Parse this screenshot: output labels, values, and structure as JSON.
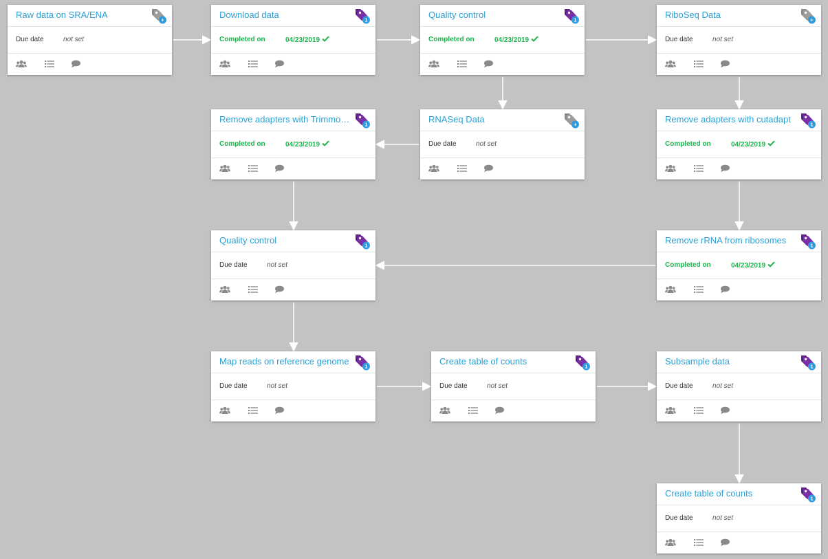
{
  "colors": {
    "title": "#2aa1d6",
    "completed": "#1fb34f",
    "tag_purple": "#7a2ea8",
    "tag_gray": "#9d9d9d",
    "badge_blue": "#2f9be0"
  },
  "cards": [
    {
      "id": "raw-data",
      "title": "Raw data on SRA/ENA",
      "status_label": "Due date",
      "status_value": "not set",
      "completed": false,
      "tag": "gray",
      "badge": "+"
    },
    {
      "id": "download-data",
      "title": "Download data",
      "status_label": "Completed on",
      "status_value": "04/23/2019",
      "completed": true,
      "tag": "purple",
      "badge": "1"
    },
    {
      "id": "quality-control-1",
      "title": "Quality control",
      "status_label": "Completed on",
      "status_value": "04/23/2019",
      "completed": true,
      "tag": "purple",
      "badge": "1"
    },
    {
      "id": "riboseq-data",
      "title": "RiboSeq Data",
      "status_label": "Due date",
      "status_value": "not set",
      "completed": false,
      "tag": "gray",
      "badge": "+"
    },
    {
      "id": "remove-adapters-trimmomatic",
      "title": "Remove adapters with Trimmom...",
      "status_label": "Completed on",
      "status_value": "04/23/2019",
      "completed": true,
      "tag": "purple",
      "badge": "1"
    },
    {
      "id": "rnaseq-data",
      "title": "RNASeq Data",
      "status_label": "Due date",
      "status_value": "not set",
      "completed": false,
      "tag": "gray",
      "badge": "+"
    },
    {
      "id": "remove-adapters-cutadapt",
      "title": "Remove adapters with cutadapt",
      "status_label": "Completed on",
      "status_value": "04/23/2019",
      "completed": true,
      "tag": "purple",
      "badge": "1"
    },
    {
      "id": "quality-control-2",
      "title": "Quality control",
      "status_label": "Due date",
      "status_value": "not set",
      "completed": false,
      "tag": "purple",
      "badge": "1"
    },
    {
      "id": "remove-rrna",
      "title": "Remove rRNA from ribosomes",
      "status_label": "Completed on",
      "status_value": "04/23/2019",
      "completed": true,
      "tag": "purple",
      "badge": "1"
    },
    {
      "id": "map-reads",
      "title": "Map reads on reference genome",
      "status_label": "Due date",
      "status_value": "not set",
      "completed": false,
      "tag": "purple",
      "badge": "1"
    },
    {
      "id": "create-table-counts-1",
      "title": "Create table of counts",
      "status_label": "Due date",
      "status_value": "not set",
      "completed": false,
      "tag": "purple",
      "badge": "1"
    },
    {
      "id": "subsample-data",
      "title": "Subsample data",
      "status_label": "Due date",
      "status_value": "not set",
      "completed": false,
      "tag": "purple",
      "badge": "1"
    },
    {
      "id": "create-table-counts-2",
      "title": "Create table of counts",
      "status_label": "Due date",
      "status_value": "not set",
      "completed": false,
      "tag": "purple",
      "badge": "1"
    }
  ],
  "edges": [
    {
      "from": "raw-data",
      "to": "download-data"
    },
    {
      "from": "download-data",
      "to": "quality-control-1"
    },
    {
      "from": "quality-control-1",
      "to": "riboseq-data"
    },
    {
      "from": "quality-control-1",
      "to": "rnaseq-data"
    },
    {
      "from": "riboseq-data",
      "to": "remove-adapters-cutadapt"
    },
    {
      "from": "rnaseq-data",
      "to": "remove-adapters-trimmomatic"
    },
    {
      "from": "remove-adapters-trimmomatic",
      "to": "quality-control-2"
    },
    {
      "from": "remove-adapters-cutadapt",
      "to": "remove-rrna"
    },
    {
      "from": "remove-rrna",
      "to": "quality-control-2"
    },
    {
      "from": "quality-control-2",
      "to": "map-reads"
    },
    {
      "from": "map-reads",
      "to": "create-table-counts-1"
    },
    {
      "from": "create-table-counts-1",
      "to": "subsample-data"
    },
    {
      "from": "subsample-data",
      "to": "create-table-counts-2"
    }
  ]
}
